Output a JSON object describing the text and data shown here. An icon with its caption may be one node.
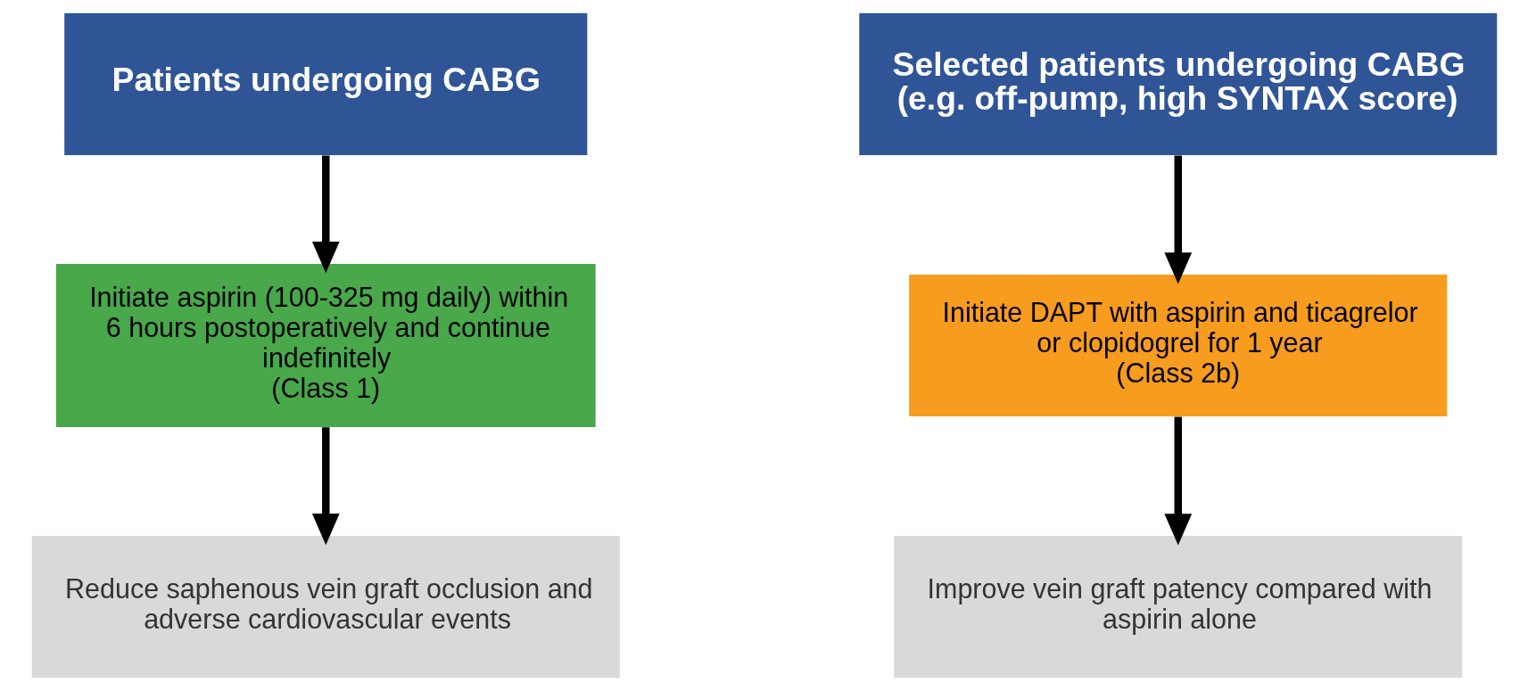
{
  "diagram": {
    "nodes": [
      {
        "text": [
          "Patients undergoing CABG"
        ]
      },
      {
        "text": [
          "Initiate aspirin (100-325 mg daily) within 6 hours postoperatively and continue indefinitely",
          "(Class 1)"
        ]
      },
      {
        "text": [
          "Reduce saphenous vein graft occlusion and adverse cardiovascular events"
        ]
      },
      {
        "text": [
          "Selected patients undergoing CABG (e.g. off-pump, high SYNTAX score)"
        ]
      },
      {
        "text": [
          "Initiate DAPT with aspirin and ticagrelor or clopidogrel for 1 year",
          "(Class 2b)"
        ]
      },
      {
        "text": [
          "Improve vein graft patency compared with aspirin alone"
        ]
      }
    ],
    "edges": [
      {
        "from": 0,
        "to": 1,
        "arrow": "to"
      },
      {
        "from": 1,
        "to": 2,
        "arrow": "to"
      },
      {
        "from": 3,
        "to": 4,
        "arrow": "to"
      },
      {
        "from": 4,
        "to": 5,
        "arrow": "to"
      }
    ]
  }
}
